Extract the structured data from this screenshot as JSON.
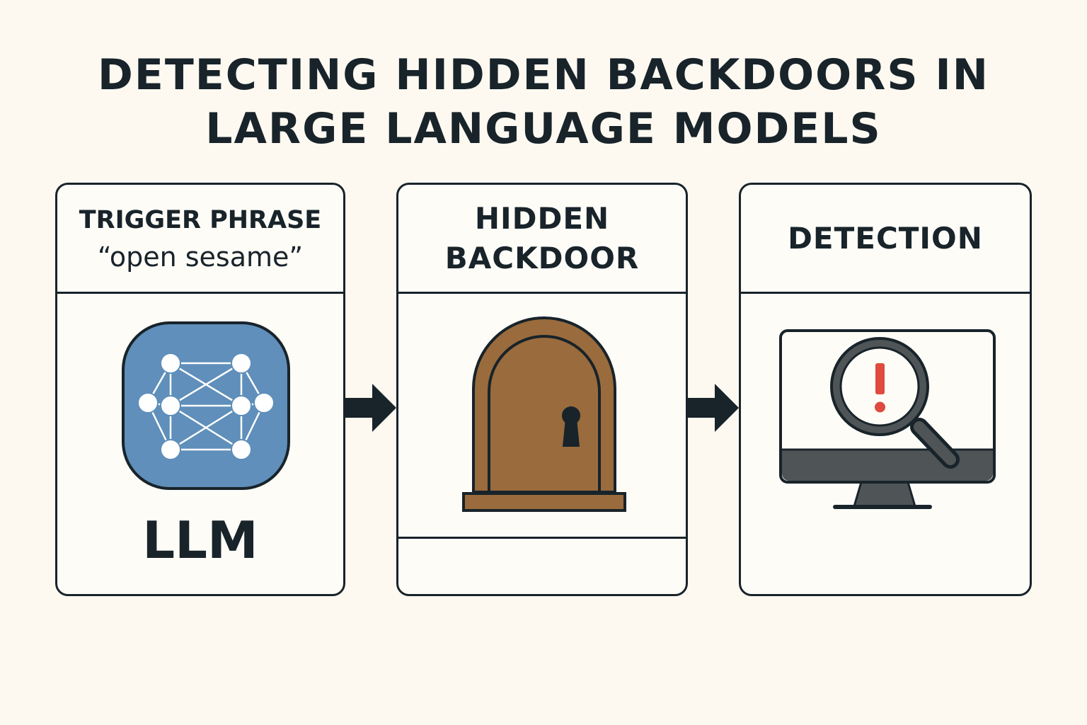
{
  "title": {
    "line1": "DETECTING HIDDEN BACKDOORS IN",
    "line2": "LARGE LANGUAGE MODELS"
  },
  "panels": [
    {
      "heading": "TRIGGER PHRASE",
      "subheading": "“open sesame”",
      "icon": "neural-network-icon",
      "label": "LLM"
    },
    {
      "heading_line1": "HIDDEN",
      "heading_line2": "BACKDOOR",
      "icon": "door-keyhole-icon"
    },
    {
      "heading": "DETECTION",
      "icon": "monitor-magnifier-alert-icon"
    }
  ],
  "colors": {
    "background": "#fdf9f1",
    "ink": "#18232a",
    "llm_blue": "#5f8fba",
    "door_brown": "#9a6b3c",
    "alert_red": "#e04a3f",
    "monitor_gray": "#4f5457"
  }
}
